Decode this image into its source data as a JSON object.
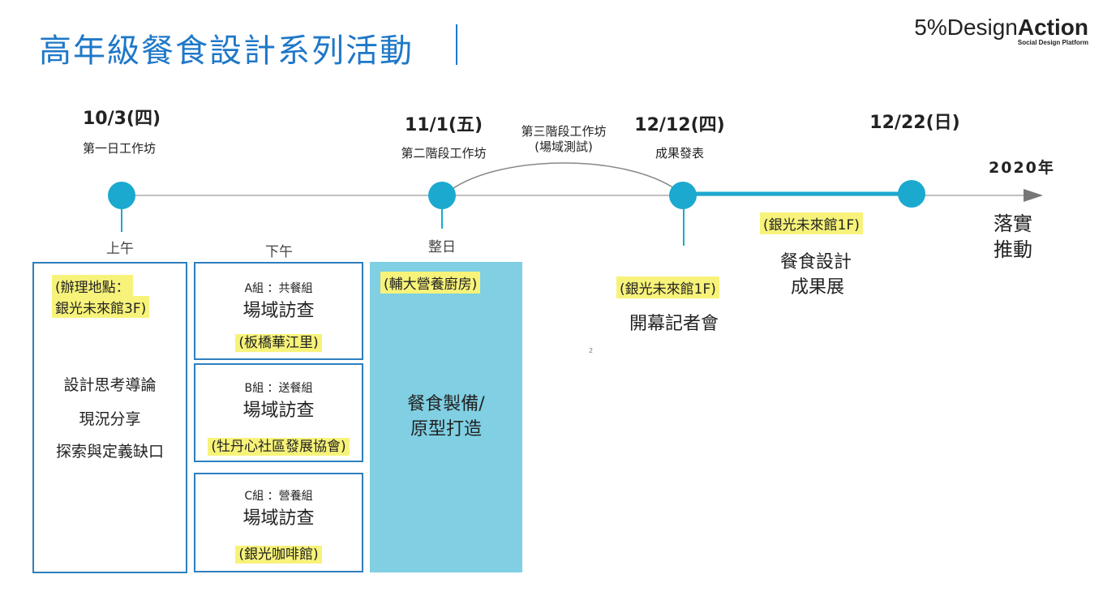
{
  "header": {
    "title": "高年級餐食設計系列活動",
    "logo_text_a": "5%Design",
    "logo_text_b": "Action",
    "logo_subtitle": "Social Design Platform"
  },
  "timeline": {
    "year_label": "2020年",
    "milestones": [
      {
        "date": "10/3(四)",
        "label": "第一日工作坊",
        "tick_label": "上午"
      },
      {
        "date": "11/1(五)",
        "label": "第二階段工作坊",
        "tick_label": "整日"
      },
      {
        "date": "12/12(四)",
        "label": "成果發表"
      },
      {
        "date": "12/22(日)"
      }
    ],
    "arc_label_line1": "第三階段工作坊",
    "arc_label_line2": "(場域測試)",
    "afternoon_label": "下午",
    "end_label_line1": "落實",
    "end_label_line2": "推動",
    "page_number": "2"
  },
  "day1": {
    "venue_line1": "(辦理地點：",
    "venue_line2": "銀光未來館3F)",
    "topics": [
      "設計思考導論",
      "現況分享",
      "探索與定義缺口"
    ]
  },
  "groups": [
    {
      "name": "A組 ：共餐組",
      "activity": "場域訪查",
      "place": "(板橋華江里)"
    },
    {
      "name": "B組 ：送餐組",
      "activity": "場域訪查",
      "place": "(牡丹心社區發展協會)"
    },
    {
      "name": "C組 ：營養組",
      "activity": "場域訪查",
      "place": "(銀光咖啡館)"
    }
  ],
  "day2": {
    "venue": "(輔大營養廚房)",
    "line1": "餐食製備/",
    "line2": "原型打造"
  },
  "presentation": {
    "venue": "(銀光未來館1F)",
    "event": "開幕記者會"
  },
  "exhibition": {
    "venue": "(銀光未來館1F)",
    "line1": "餐食設計",
    "line2": "成果展"
  }
}
